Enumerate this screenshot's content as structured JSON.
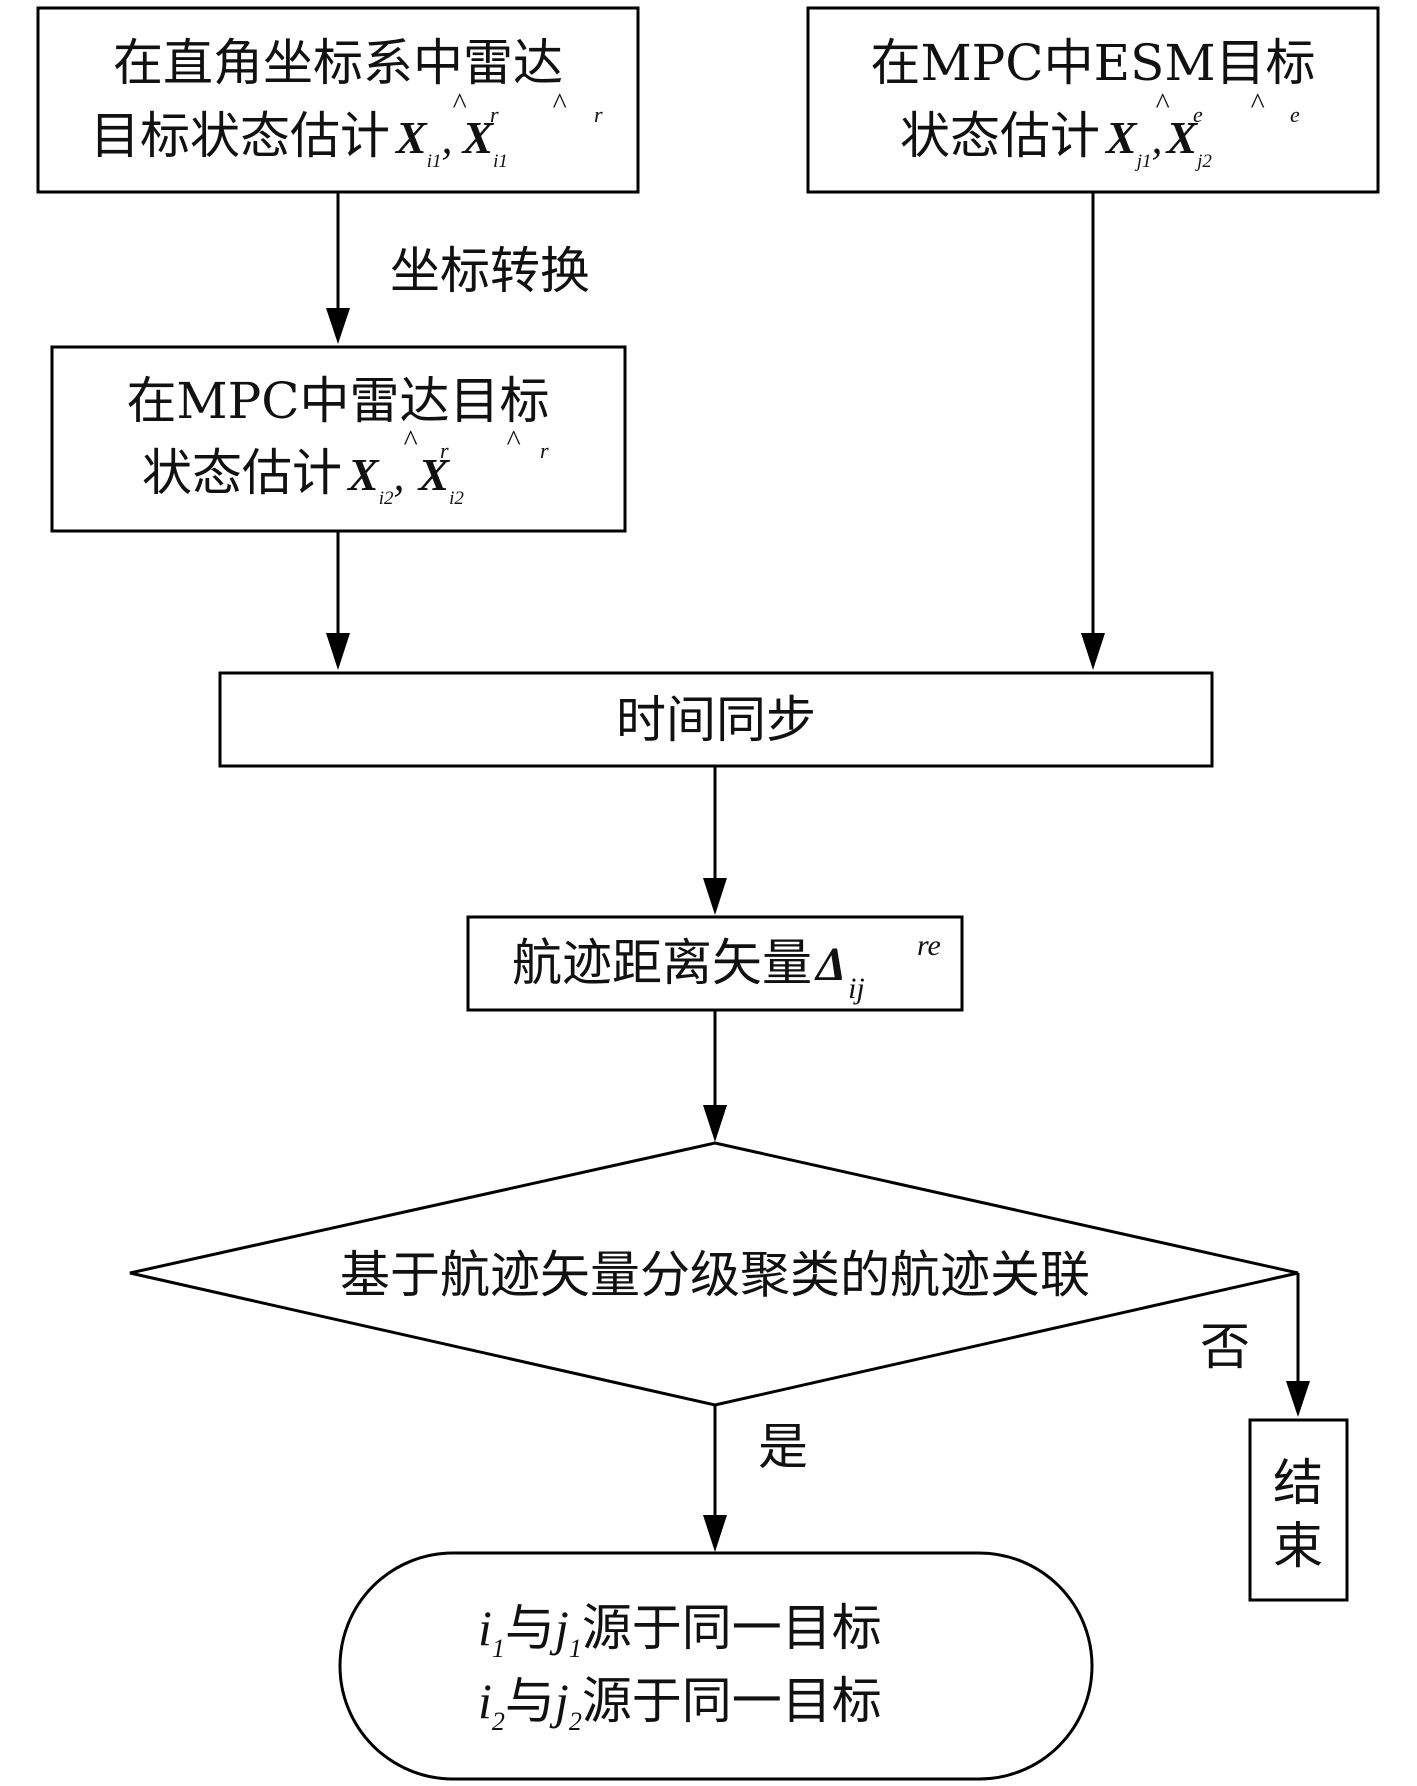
{
  "nodes": {
    "radar_cartesian": {
      "line1": "在直角坐标系中雷达",
      "line2_prefix": "目标状态估计",
      "symbol": "X",
      "hat": "^",
      "sup": "r",
      "sub": "i1",
      "sep": ","
    },
    "esm_mpc": {
      "line1": "在MPC中ESM目标",
      "line2_prefix": "状态估计",
      "symbol": "X",
      "hat": "^",
      "sup": "e",
      "sub_a": "j1",
      "sub_b": "j2",
      "sep": ","
    },
    "radar_mpc": {
      "line1": "在MPC中雷达目标",
      "line2_prefix": "状态估计",
      "symbol": "X",
      "hat": "^",
      "sup": "r",
      "sub": "i2",
      "sep": ","
    },
    "time_sync": {
      "label": "时间同步"
    },
    "track_distance": {
      "label": "航迹距离矢量",
      "symbol": "Δ",
      "sup": "re",
      "sub": "ij"
    },
    "association": {
      "label": "基于航迹矢量分级聚类的航迹关联"
    },
    "result": {
      "line1_i": "i",
      "line1_i_sub": "1",
      "line1_mid": "与",
      "line1_j": "j",
      "line1_j_sub": "1",
      "line1_rest": "源于同一目标",
      "line2_i": "i",
      "line2_i_sub": "2",
      "line2_mid": "与",
      "line2_j": "j",
      "line2_j_sub": "2",
      "line2_rest": "源于同一目标"
    },
    "end": {
      "char1": "结",
      "char2": "束"
    }
  },
  "edge_labels": {
    "coord_transform": "坐标转换",
    "yes": "是",
    "no": "否"
  }
}
